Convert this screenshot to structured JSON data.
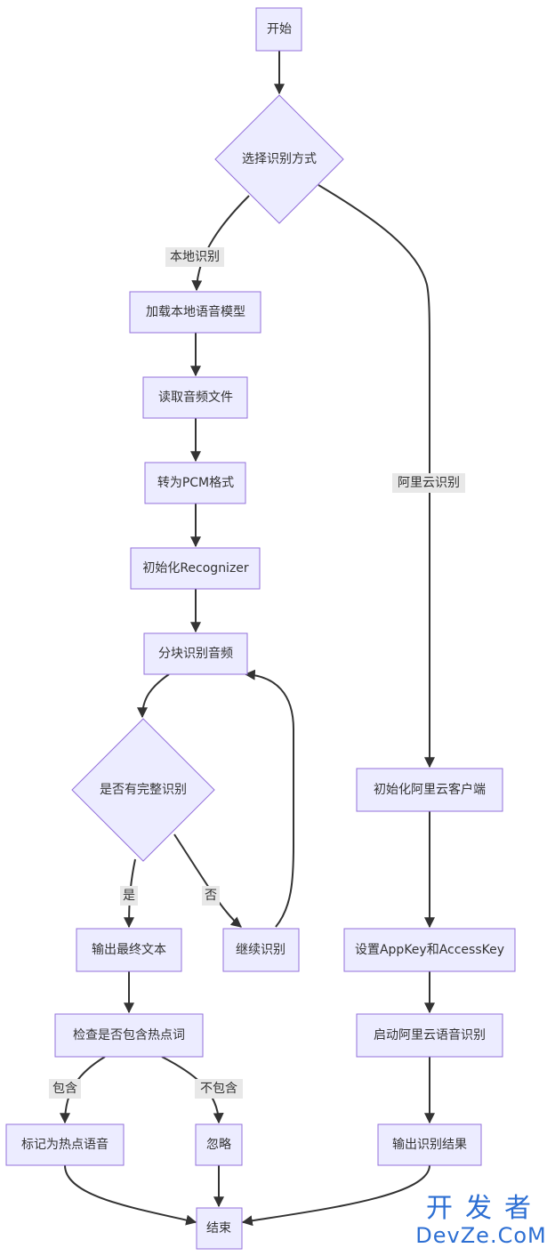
{
  "nodes": {
    "start": "开始",
    "choose": "选择识别方式",
    "load_model": "加载本地语音模型",
    "read_audio": "读取音频文件",
    "to_pcm": "转为PCM格式",
    "init_recognizer": "初始化Recognizer",
    "chunk_recognize": "分块识别音频",
    "complete_check": "是否有完整识别",
    "output_text": "输出最终文本",
    "continue": "继续识别",
    "check_hot": "检查是否包含热点词",
    "mark_hot": "标记为热点语音",
    "ignore": "忽略",
    "end": "结束",
    "init_aliyun": "初始化阿里云客户端",
    "set_key": "设置AppKey和AccessKey",
    "start_aliyun": "启动阿里云语音识别",
    "output_result": "输出识别结果"
  },
  "edge_labels": {
    "local": "本地识别",
    "aliyun": "阿里云识别",
    "yes": "是",
    "no": "否",
    "contains": "包含",
    "not_contains": "不包含"
  },
  "watermark": {
    "cn": "开发者",
    "en": "DevZe.CoM"
  },
  "colors": {
    "node_fill": "#ECECFF",
    "node_stroke": "#9370DB",
    "edge": "#333333",
    "label_bg": "#e8e8e8",
    "watermark": "#2d6fd3"
  }
}
